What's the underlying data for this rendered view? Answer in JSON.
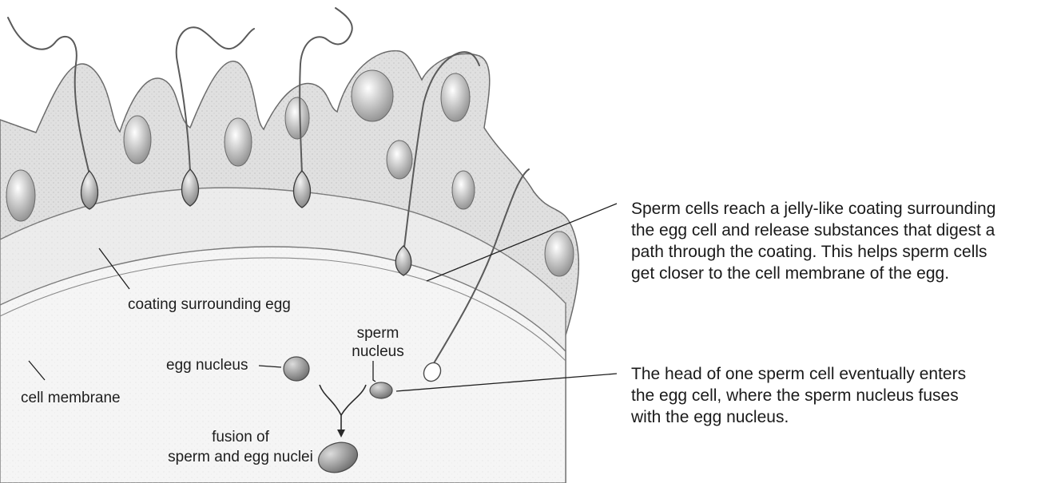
{
  "labels": {
    "coating": "coating surrounding egg",
    "cell_membrane": "cell membrane",
    "egg_nucleus": "egg nucleus",
    "sperm_nucleus_line1": "sperm",
    "sperm_nucleus_line2": "nucleus",
    "fusion_line1": "fusion of",
    "fusion_line2": "sperm and egg nuclei"
  },
  "callouts": {
    "top": [
      "Sperm cells reach a jelly-like coating surrounding",
      "the egg cell and release substances that digest a",
      "path through the coating. This helps sperm cells",
      "get closer to the cell membrane of the egg."
    ],
    "bottom": [
      "The head of one sperm cell eventually enters",
      "the egg cell, where the sperm nucleus fuses",
      "with the egg nucleus."
    ]
  },
  "colors": {
    "outline": "#5a5a5a",
    "jelly_fill": "#d9d9d9",
    "coating_fill": "#eaeaea",
    "egg_fill": "#f4f4f4",
    "nucleus_fill": "#9a9a9a"
  }
}
